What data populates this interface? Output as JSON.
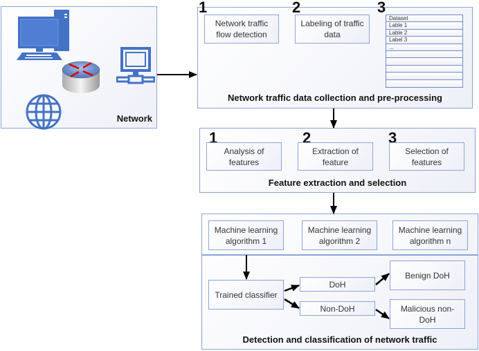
{
  "network": {
    "label": "Network",
    "icons": [
      "desktop-computer-icon",
      "router-icon",
      "network-terminal-icon",
      "globe-icon"
    ]
  },
  "stage1": {
    "title": "Network traffic data collection and pre-processing",
    "steps": [
      {
        "number": "1",
        "label": "Network traffic flow detection"
      },
      {
        "number": "2",
        "label": "Labeling of traffic data"
      },
      {
        "number": "3",
        "label": ""
      }
    ],
    "dataset_table": [
      "Dataset",
      "Lable 1",
      "Lable 2",
      "Label 3",
      "...",
      "",
      "",
      "",
      "",
      ""
    ]
  },
  "stage2": {
    "title": "Feature extraction and selection",
    "steps": [
      {
        "number": "1",
        "label": "Analysis of features"
      },
      {
        "number": "2",
        "label": "Extraction of feature"
      },
      {
        "number": "3",
        "label": "Selection of features"
      }
    ]
  },
  "stage3": {
    "title": "Detection and classification of network traffic",
    "algorithms": [
      "Machine learning algorithm 1",
      "Machine learning algorithm 2",
      "Machine learning algorithm n"
    ],
    "classifier": "Trained classifier",
    "doh": "DoH",
    "non_doh": "Non-DoH",
    "benign": "Benign DoH",
    "malicious": "Malicious non-DoH"
  },
  "colors": {
    "border": "#8aa4d6",
    "icon_blue": "#4472c4",
    "arrow": "#000000",
    "router_arrow": "#e00000"
  }
}
